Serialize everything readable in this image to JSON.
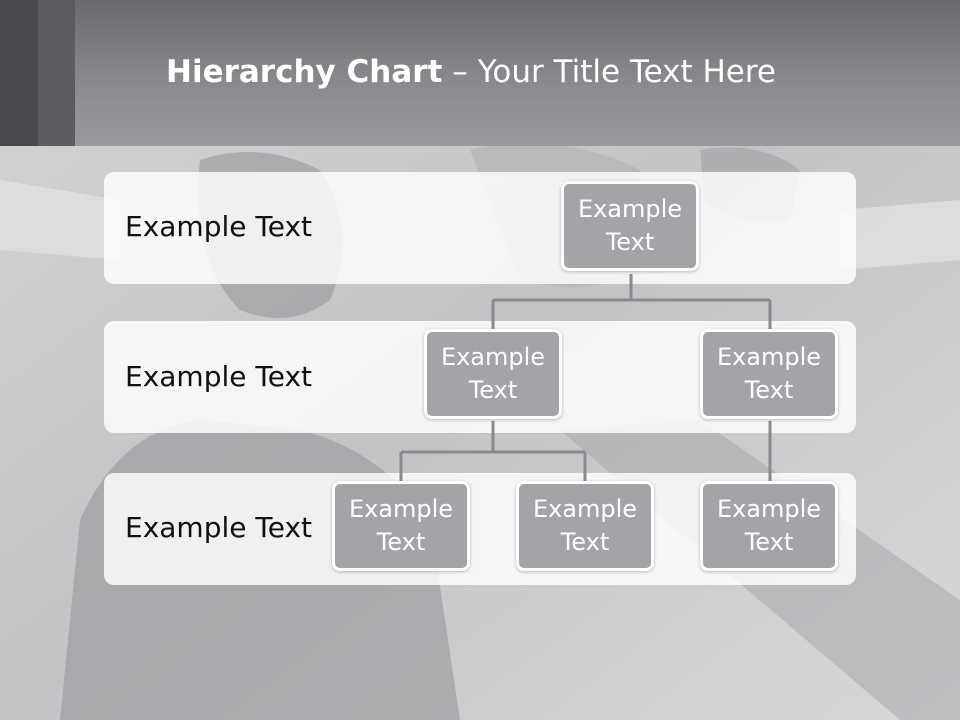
{
  "title": {
    "bold": "Hierarchy Chart",
    "rest": " – Your Title Text Here"
  },
  "rows": [
    {
      "label": "Example Text"
    },
    {
      "label": "Example Text"
    },
    {
      "label": "Example Text"
    }
  ],
  "nodes": {
    "root": {
      "line1": "Example",
      "line2": "Text"
    },
    "level2_left": {
      "line1": "Example",
      "line2": "Text"
    },
    "level2_right": {
      "line1": "Example",
      "line2": "Text"
    },
    "level3_a": {
      "line1": "Example",
      "line2": "Text"
    },
    "level3_b": {
      "line1": "Example",
      "line2": "Text"
    },
    "level3_c": {
      "line1": "Example",
      "line2": "Text"
    }
  },
  "colors": {
    "node_fill": "#a3a3a8",
    "connector": "#8a8a8e",
    "title_bar": "#8c8c90"
  }
}
